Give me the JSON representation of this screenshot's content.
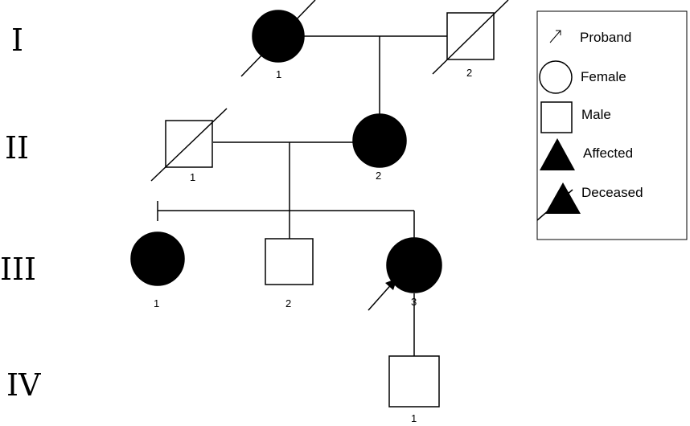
{
  "generations": [
    "I",
    "II",
    "III",
    "IV"
  ],
  "individuals": {
    "I_1": {
      "number": "1",
      "sex": "female",
      "affected": true,
      "deceased": true,
      "proband": false
    },
    "I_2": {
      "number": "2",
      "sex": "male",
      "affected": false,
      "deceased": true,
      "proband": false
    },
    "II_1": {
      "number": "1",
      "sex": "male",
      "affected": false,
      "deceased": true,
      "proband": false
    },
    "II_2": {
      "number": "2",
      "sex": "female",
      "affected": true,
      "deceased": false,
      "proband": false
    },
    "III_1": {
      "number": "1",
      "sex": "female",
      "affected": true,
      "deceased": false,
      "proband": false
    },
    "III_2": {
      "number": "2",
      "sex": "male",
      "affected": false,
      "deceased": false,
      "proband": false
    },
    "III_3": {
      "number": "3",
      "sex": "female",
      "affected": true,
      "deceased": false,
      "proband": true
    },
    "IV_1": {
      "number": "1",
      "sex": "male",
      "affected": false,
      "deceased": false,
      "proband": false
    }
  },
  "legend": {
    "proband": "Proband",
    "female": "Female",
    "male": "Male",
    "affected": "Affected",
    "deceased": "Deceased"
  }
}
